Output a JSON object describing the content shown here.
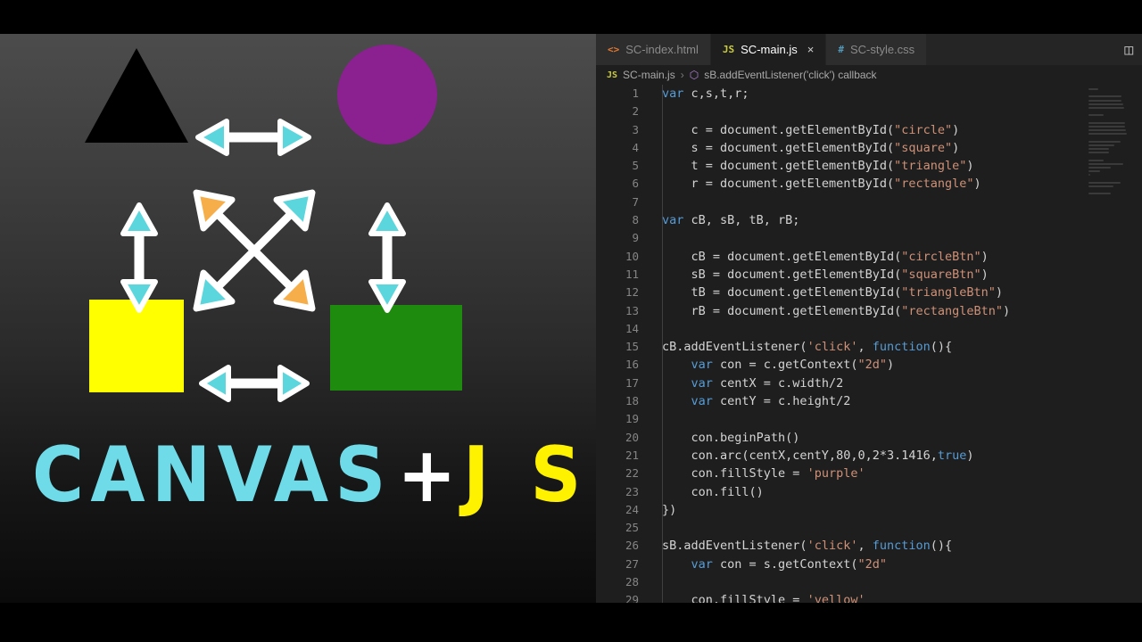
{
  "editor": {
    "tabs": [
      {
        "label": "SC-index.html",
        "icon": "html-icon",
        "icon_glyph": "<>",
        "active": false,
        "closable": false
      },
      {
        "label": "SC-main.js",
        "icon": "js-icon",
        "icon_glyph": "JS",
        "active": true,
        "closable": true,
        "close_glyph": "×"
      },
      {
        "label": "SC-style.css",
        "icon": "css-icon",
        "icon_glyph": "#",
        "active": false,
        "closable": false
      }
    ],
    "split_editor_glyph": "◫",
    "breadcrumb": {
      "file_icon": "JS",
      "file": "SC-main.js",
      "separator": "›",
      "symbol_icon": "⬡",
      "symbol": "sB.addEventListener('click') callback"
    },
    "lines": [
      {
        "n": "1",
        "tokens": [
          {
            "t": "var ",
            "c": "kw"
          },
          {
            "t": "c,s,t,r;",
            "c": "pl"
          }
        ]
      },
      {
        "n": "2",
        "tokens": []
      },
      {
        "n": "3",
        "tokens": [
          {
            "t": "    c = ",
            "c": "pl"
          },
          {
            "t": "document",
            "c": "pl"
          },
          {
            "t": ".",
            "c": "pl"
          },
          {
            "t": "getElementById",
            "c": "pl"
          },
          {
            "t": "(",
            "c": "pl"
          },
          {
            "t": "\"circle\"",
            "c": "str"
          },
          {
            "t": ")",
            "c": "pl"
          }
        ]
      },
      {
        "n": "4",
        "tokens": [
          {
            "t": "    s = ",
            "c": "pl"
          },
          {
            "t": "document.getElementById",
            "c": "pl"
          },
          {
            "t": "(",
            "c": "pl"
          },
          {
            "t": "\"square\"",
            "c": "str"
          },
          {
            "t": ")",
            "c": "pl"
          }
        ]
      },
      {
        "n": "5",
        "tokens": [
          {
            "t": "    t = ",
            "c": "pl"
          },
          {
            "t": "document.getElementById",
            "c": "pl"
          },
          {
            "t": "(",
            "c": "pl"
          },
          {
            "t": "\"triangle\"",
            "c": "str"
          },
          {
            "t": ")",
            "c": "pl"
          }
        ]
      },
      {
        "n": "6",
        "tokens": [
          {
            "t": "    r = ",
            "c": "pl"
          },
          {
            "t": "document.getElementById",
            "c": "pl"
          },
          {
            "t": "(",
            "c": "pl"
          },
          {
            "t": "\"rectangle\"",
            "c": "str"
          },
          {
            "t": ")",
            "c": "pl"
          }
        ]
      },
      {
        "n": "7",
        "tokens": []
      },
      {
        "n": "8",
        "tokens": [
          {
            "t": "var ",
            "c": "kw"
          },
          {
            "t": "cB, sB, tB, rB;",
            "c": "pl"
          }
        ]
      },
      {
        "n": "9",
        "tokens": []
      },
      {
        "n": "10",
        "tokens": [
          {
            "t": "    cB = ",
            "c": "pl"
          },
          {
            "t": "document.getElementById",
            "c": "pl"
          },
          {
            "t": "(",
            "c": "pl"
          },
          {
            "t": "\"circleBtn\"",
            "c": "str"
          },
          {
            "t": ")",
            "c": "pl"
          }
        ]
      },
      {
        "n": "11",
        "tokens": [
          {
            "t": "    sB = ",
            "c": "pl"
          },
          {
            "t": "document.getElementById",
            "c": "pl"
          },
          {
            "t": "(",
            "c": "pl"
          },
          {
            "t": "\"squareBtn\"",
            "c": "str"
          },
          {
            "t": ")",
            "c": "pl"
          }
        ]
      },
      {
        "n": "12",
        "tokens": [
          {
            "t": "    tB = ",
            "c": "pl"
          },
          {
            "t": "document.getElementById",
            "c": "pl"
          },
          {
            "t": "(",
            "c": "pl"
          },
          {
            "t": "\"triangleBtn\"",
            "c": "str"
          },
          {
            "t": ")",
            "c": "pl"
          }
        ]
      },
      {
        "n": "13",
        "tokens": [
          {
            "t": "    rB = ",
            "c": "pl"
          },
          {
            "t": "document.getElementById",
            "c": "pl"
          },
          {
            "t": "(",
            "c": "pl"
          },
          {
            "t": "\"rectangleBtn\"",
            "c": "str"
          },
          {
            "t": ")",
            "c": "pl"
          }
        ]
      },
      {
        "n": "14",
        "tokens": []
      },
      {
        "n": "15",
        "tokens": [
          {
            "t": "cB.addEventListener(",
            "c": "pl"
          },
          {
            "t": "'click'",
            "c": "str"
          },
          {
            "t": ", ",
            "c": "pl"
          },
          {
            "t": "function",
            "c": "kw"
          },
          {
            "t": "(){",
            "c": "pl"
          }
        ]
      },
      {
        "n": "16",
        "tokens": [
          {
            "t": "    ",
            "c": "pl"
          },
          {
            "t": "var ",
            "c": "kw"
          },
          {
            "t": "con = c.getContext(",
            "c": "pl"
          },
          {
            "t": "\"2d\"",
            "c": "str"
          },
          {
            "t": ")",
            "c": "pl"
          }
        ]
      },
      {
        "n": "17",
        "tokens": [
          {
            "t": "    ",
            "c": "pl"
          },
          {
            "t": "var ",
            "c": "kw"
          },
          {
            "t": "centX = c.width/2",
            "c": "pl"
          }
        ]
      },
      {
        "n": "18",
        "tokens": [
          {
            "t": "    ",
            "c": "pl"
          },
          {
            "t": "var ",
            "c": "kw"
          },
          {
            "t": "centY = c.height/2",
            "c": "pl"
          }
        ]
      },
      {
        "n": "19",
        "tokens": []
      },
      {
        "n": "20",
        "tokens": [
          {
            "t": "    con.beginPath()",
            "c": "pl"
          }
        ]
      },
      {
        "n": "21",
        "tokens": [
          {
            "t": "    con.arc(centX,centY,80,0,2*3.1416,",
            "c": "pl"
          },
          {
            "t": "true",
            "c": "kw"
          },
          {
            "t": ")",
            "c": "pl"
          }
        ]
      },
      {
        "n": "22",
        "tokens": [
          {
            "t": "    con.fillStyle = ",
            "c": "pl"
          },
          {
            "t": "'purple'",
            "c": "str"
          }
        ]
      },
      {
        "n": "23",
        "tokens": [
          {
            "t": "    con.fill()",
            "c": "pl"
          }
        ]
      },
      {
        "n": "24",
        "tokens": [
          {
            "t": "})",
            "c": "pl"
          }
        ]
      },
      {
        "n": "25",
        "tokens": []
      },
      {
        "n": "26",
        "tokens": [
          {
            "t": "sB.addEventListener(",
            "c": "pl"
          },
          {
            "t": "'click'",
            "c": "str"
          },
          {
            "t": ", ",
            "c": "pl"
          },
          {
            "t": "function",
            "c": "kw"
          },
          {
            "t": "(){",
            "c": "pl"
          }
        ]
      },
      {
        "n": "27",
        "tokens": [
          {
            "t": "    ",
            "c": "pl"
          },
          {
            "t": "var ",
            "c": "kw"
          },
          {
            "t": "con = s.getContext(",
            "c": "pl"
          },
          {
            "t": "\"2d\"",
            "c": "str"
          }
        ]
      },
      {
        "n": "28",
        "tokens": []
      },
      {
        "n": "29",
        "tokens": [
          {
            "t": "    con.fillStyle = ",
            "c": "pl"
          },
          {
            "t": "'yellow'",
            "c": "str"
          }
        ]
      }
    ]
  },
  "demo": {
    "title": {
      "canvas": "CANVAS",
      "plus": "+",
      "js": "J S"
    },
    "colors": {
      "triangle": "#000000",
      "circle": "#8b2090",
      "square": "#ffff00",
      "rectangle": "#1e8a0e",
      "arrow_cyan": "#5bd6dd",
      "arrow_orange": "#f5ae4a",
      "arrow_outline": "#ffffff",
      "title_canvas": "#6fdbe8",
      "title_js": "#fff200"
    },
    "shapes": [
      {
        "name": "triangle",
        "color": "#000000"
      },
      {
        "name": "circle",
        "color": "#8b2090"
      },
      {
        "name": "square",
        "color": "#ffff00"
      },
      {
        "name": "rectangle",
        "color": "#1e8a0e"
      }
    ]
  }
}
